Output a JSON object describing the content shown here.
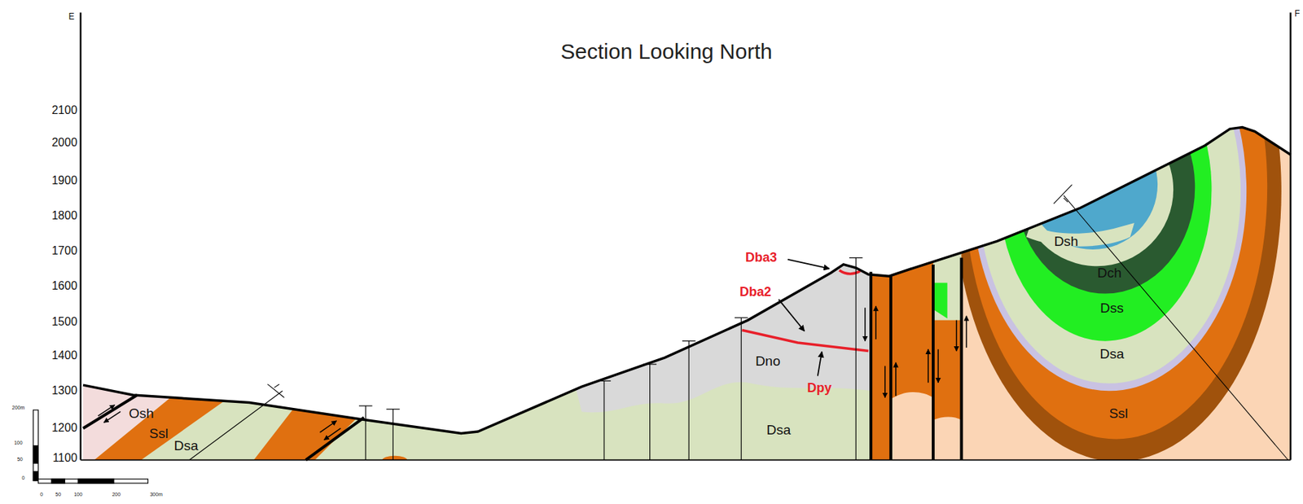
{
  "diagram": {
    "title": "Section Looking North",
    "labels": [
      "E",
      "F",
      "2100",
      "2000",
      "1900",
      "1800",
      "1700",
      "1600",
      "1500",
      "1400",
      "1300",
      "1200",
      "1100",
      "Osh",
      "Ssl",
      "Dsa",
      "Dba3",
      "Dba2",
      "Dno",
      "Dpy",
      "Dsa",
      "Dsh",
      "Dch",
      "Dss",
      "Dsa",
      "Ssl",
      "200m",
      "100",
      "50",
      "0",
      "0",
      "50",
      "100",
      "200",
      "300m"
    ]
  }
}
